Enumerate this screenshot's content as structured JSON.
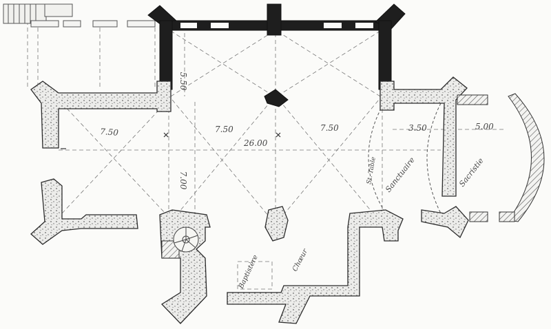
{
  "title": "",
  "dimensions": {
    "bay_1": "7.50",
    "bay_2": "7.50",
    "bay_3": "7.50",
    "total_length": "26.00",
    "nave_width": "7.00",
    "bay_depth": "5.50",
    "sanctuary_depth": "3.50",
    "sacristy_depth": "5.00"
  },
  "labels": {
    "sanctuary": "Sanctuaire",
    "sacristy": "Sacristie",
    "holy_table": "St. Table",
    "baptistery": "Baptistère",
    "choir": "Chœur"
  },
  "colors": {
    "ink": "#2b2b2b",
    "pencil": "#555555",
    "dark_wall": "#1e1e1e",
    "stipple_wall": "#ececea",
    "paper": "#fbfbf9"
  }
}
